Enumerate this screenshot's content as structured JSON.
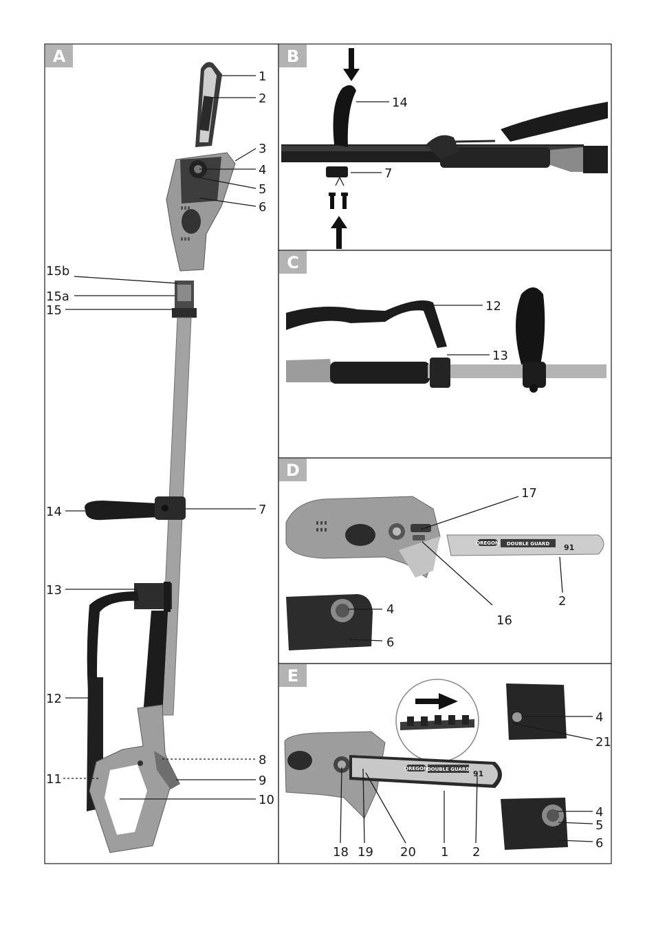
{
  "panels": [
    {
      "id": "A",
      "badge": "A"
    },
    {
      "id": "B",
      "badge": "B"
    },
    {
      "id": "C",
      "badge": "C"
    },
    {
      "id": "D",
      "badge": "D"
    },
    {
      "id": "E",
      "badge": "E"
    }
  ],
  "labels": {
    "a": [
      "1",
      "2",
      "3",
      "4",
      "5",
      "6",
      "15b",
      "15a",
      "15",
      "14",
      "7",
      "13",
      "12",
      "8",
      "9",
      "11",
      "10"
    ],
    "b": [
      "14",
      "7"
    ],
    "c": [
      "12",
      "13"
    ],
    "d": [
      "17",
      "16",
      "2",
      "4",
      "6"
    ],
    "e": [
      "4",
      "21",
      "4",
      "5",
      "6",
      "18",
      "19",
      "20",
      "1",
      "2"
    ]
  },
  "bar_text": {
    "oregon": "OREGON",
    "double_guard": "DOUBLE GUARD",
    "bar_number": "91"
  },
  "colors": {
    "badge": "#b3b3b3",
    "tool_grey": "#9a9a9a",
    "tool_dark": "#3d3d3d",
    "handle_black": "#1c1c1c",
    "bar_silver": "#c9c9c9"
  }
}
